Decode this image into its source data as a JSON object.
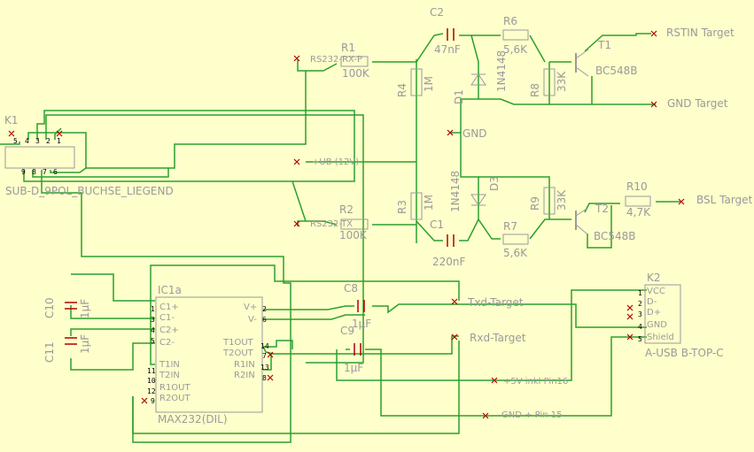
{
  "colors": {
    "background": "#ffffcc",
    "wire": "#2aa02a",
    "text": "#9a9a9a",
    "pin": "#b00000"
  },
  "components": {
    "c2": {
      "name": "C2",
      "value": "47nF"
    },
    "r6": {
      "name": "R6",
      "value": "5,6K"
    },
    "t1": {
      "name": "T1",
      "value": "BC548B"
    },
    "r1": {
      "name": "R1",
      "value": "100K",
      "net": "RS232-RX-P"
    },
    "r4": {
      "name": "R4",
      "value": "1M"
    },
    "d1": {
      "name": "D1",
      "value": "1N4148"
    },
    "r8": {
      "name": "R8",
      "value": "33K"
    },
    "k1": {
      "name": "K1",
      "value": "SUB-D_9POL_BUCHSE_LIEGEND"
    },
    "r2": {
      "name": "R2",
      "value": "100K",
      "net": "RS232-TX"
    },
    "r3": {
      "name": "R3",
      "value": "1M"
    },
    "d3": {
      "name": "D3",
      "value": "1N4148"
    },
    "r9": {
      "name": "R9",
      "value": "33K"
    },
    "r10": {
      "name": "R10",
      "value": "4,7K"
    },
    "t2": {
      "name": "T2",
      "value": "BC548B"
    },
    "c1": {
      "name": "C1",
      "value": "220nF"
    },
    "r7": {
      "name": "R7",
      "value": "5,6K"
    },
    "ic1": {
      "name": "IC1a",
      "value": "MAX232(DIL)"
    },
    "c8": {
      "name": "C8",
      "value": "1µF"
    },
    "c9": {
      "name": "C9",
      "value": "1µF"
    },
    "c10": {
      "name": "C10",
      "value": "1µF"
    },
    "c11": {
      "name": "C11",
      "value": "1µF"
    },
    "k2": {
      "name": "K2",
      "value": "A-USB B-TOP-C"
    }
  },
  "ic_pins": {
    "left": [
      "C1+",
      "C1-",
      "C2+",
      "C2-",
      "T1IN",
      "T2IN",
      "R1OUT",
      "R2OUT"
    ],
    "left_nums": [
      "1",
      "3",
      "4",
      "5",
      "11",
      "10",
      "12",
      "9"
    ],
    "right": [
      "V+",
      "V-",
      "T1OUT",
      "T2OUT",
      "R1IN",
      "R2IN"
    ],
    "right_nums": [
      "2",
      "6",
      "14",
      "7",
      "13",
      "8"
    ]
  },
  "k2_pins": [
    "VCC",
    "D-",
    "D+",
    "GND",
    "Shield"
  ],
  "k2_nums": [
    "1",
    "2",
    "3",
    "4",
    "5"
  ],
  "nets": {
    "rstin": "RSTIN Target",
    "gnd_target": "GND Target",
    "gnd": "GND",
    "ub": "+UB (12V)",
    "bsl": "BSL Target",
    "txd": "Txd-Target",
    "rxd": "Rxd-Target",
    "v5": "+5V inkl Pin16",
    "gnd15": "GND + Pin 15"
  },
  "pin_nums": {
    "n1": "1",
    "n2": "2",
    "n3": "3",
    "n4": "4",
    "n5": "5",
    "n6": "6",
    "n7": "7",
    "n8": "8",
    "n9": "9"
  }
}
